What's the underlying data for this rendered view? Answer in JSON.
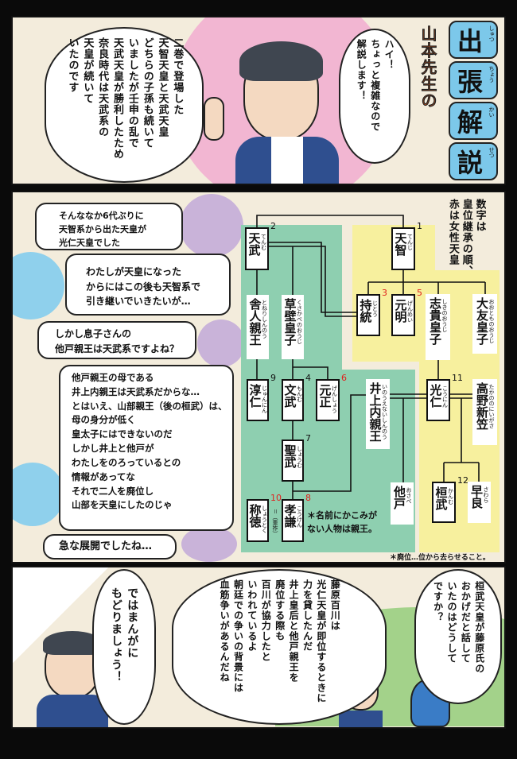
{
  "top_panel": {
    "title_chars": [
      "出",
      "張",
      "解",
      "説"
    ],
    "title_readings": [
      "しゅつ",
      "ちょう",
      "かい",
      "せつ"
    ],
    "presenter": "山本先生の",
    "bubble_right": [
      "ハイ！",
      "ちょっと複雑なので",
      "解説します！"
    ],
    "bubble_left": [
      "二巻で登場した",
      "天智天皇と天武天皇",
      "どちらの子孫も続いて",
      "いましたが壬申の乱で",
      "天武天皇が勝利したため",
      "奈良時代は天武系の",
      "天皇が続いて",
      "いたのです"
    ]
  },
  "middle_panel": {
    "bubbles": [
      [
        "そんななか6代ぶりに",
        "天智系から出た天皇が",
        "光仁天皇でした"
      ],
      [
        "わたしが天皇になった",
        "からにはこの後も天智系で",
        "引き継いでいきたいが…"
      ],
      [
        "しかし息子さんの",
        "他戸親王は天武系ですよね？"
      ],
      [
        "他戸親王の母である",
        "井上内親王は天武系だからな…",
        "とはいえ、山部親王（後の桓武）は、",
        "母の身分が低く",
        "皇太子にはできないのだ",
        "しかし井上と他戸が",
        "わたしをのろっているとの",
        "情報があってな",
        "それで二人を廃位し",
        "山部を天皇にしたのじゃ"
      ],
      [
        "急な展開でしたね…"
      ]
    ],
    "legend": [
      "数字は",
      "皇位継承の順、",
      "赤は女性天皇"
    ],
    "note": [
      "＊名前にかこみが",
      "ない人物は親王。"
    ],
    "footnote": "＊廃位…位から去らせること。",
    "chotai": "＝（重祚）",
    "tree_nodes": [
      {
        "name": "天武",
        "reading": "てんむ",
        "num": "2",
        "female": false,
        "boxed": true
      },
      {
        "name": "天智",
        "reading": "てんじ",
        "num": "1",
        "female": false,
        "boxed": true
      },
      {
        "name": "持統",
        "reading": "じとう",
        "num": "3",
        "female": true,
        "boxed": true
      },
      {
        "name": "元明",
        "reading": "げんめい",
        "num": "5",
        "female": true,
        "boxed": true
      },
      {
        "name": "志貴皇子",
        "reading": "しきのおうじ",
        "num": "",
        "female": false,
        "boxed": false
      },
      {
        "name": "大友皇子",
        "reading": "おおとものおうじ",
        "num": "",
        "female": false,
        "boxed": false
      },
      {
        "name": "舎人親王",
        "reading": "とねりしんのう",
        "num": "",
        "female": false,
        "boxed": false
      },
      {
        "name": "草壁皇子",
        "reading": "くさかべのおうじ",
        "num": "",
        "female": false,
        "boxed": false
      },
      {
        "name": "淳仁",
        "reading": "じゅんにん",
        "num": "9",
        "female": false,
        "boxed": true
      },
      {
        "name": "文武",
        "reading": "もんむ",
        "num": "4",
        "female": false,
        "boxed": true
      },
      {
        "name": "元正",
        "reading": "げんしょう",
        "num": "6",
        "female": true,
        "boxed": true
      },
      {
        "name": "井上内親王",
        "reading": "いのうえないしんのう",
        "num": "",
        "female": false,
        "boxed": false
      },
      {
        "name": "光仁",
        "reading": "こうにん",
        "num": "11",
        "female": false,
        "boxed": true
      },
      {
        "name": "高野新笠",
        "reading": "たかののにいがさ",
        "num": "",
        "female": false,
        "boxed": false
      },
      {
        "name": "聖武",
        "reading": "しょうむ",
        "num": "7",
        "female": false,
        "boxed": true
      },
      {
        "name": "称徳",
        "reading": "しょうとく",
        "num": "10",
        "female": true,
        "boxed": true
      },
      {
        "name": "孝謙",
        "reading": "こうけん",
        "num": "8",
        "female": true,
        "boxed": true
      },
      {
        "name": "他戸",
        "reading": "おさべ",
        "num": "",
        "female": false,
        "boxed": false
      },
      {
        "name": "桓武",
        "reading": "かんむ",
        "num": "12",
        "female": false,
        "boxed": true
      },
      {
        "name": "早良",
        "reading": "さわら",
        "num": "",
        "female": false,
        "boxed": false
      }
    ],
    "colors": {
      "tenmu_group": "#8ecfb0",
      "tenji_group": "#f7f09e",
      "female_number": "#e0201c"
    }
  },
  "bottom_panel": {
    "bubble_left": [
      "ではまんがに",
      "もどりましょう！"
    ],
    "bubble_center": [
      "藤原百川は",
      "光仁天皇が即位するときに",
      "力を貸したんだ",
      "井上皇后と他戸親王を",
      "廃位する際も",
      "百川が協力したと",
      "いわれているよ",
      "朝廷での争いの背景には",
      "血筋争いがあるんだね"
    ],
    "bubble_right": [
      "桓武天皇が藤原氏の",
      "おかげだと話して",
      "いたのはどうして",
      "ですか？"
    ]
  }
}
